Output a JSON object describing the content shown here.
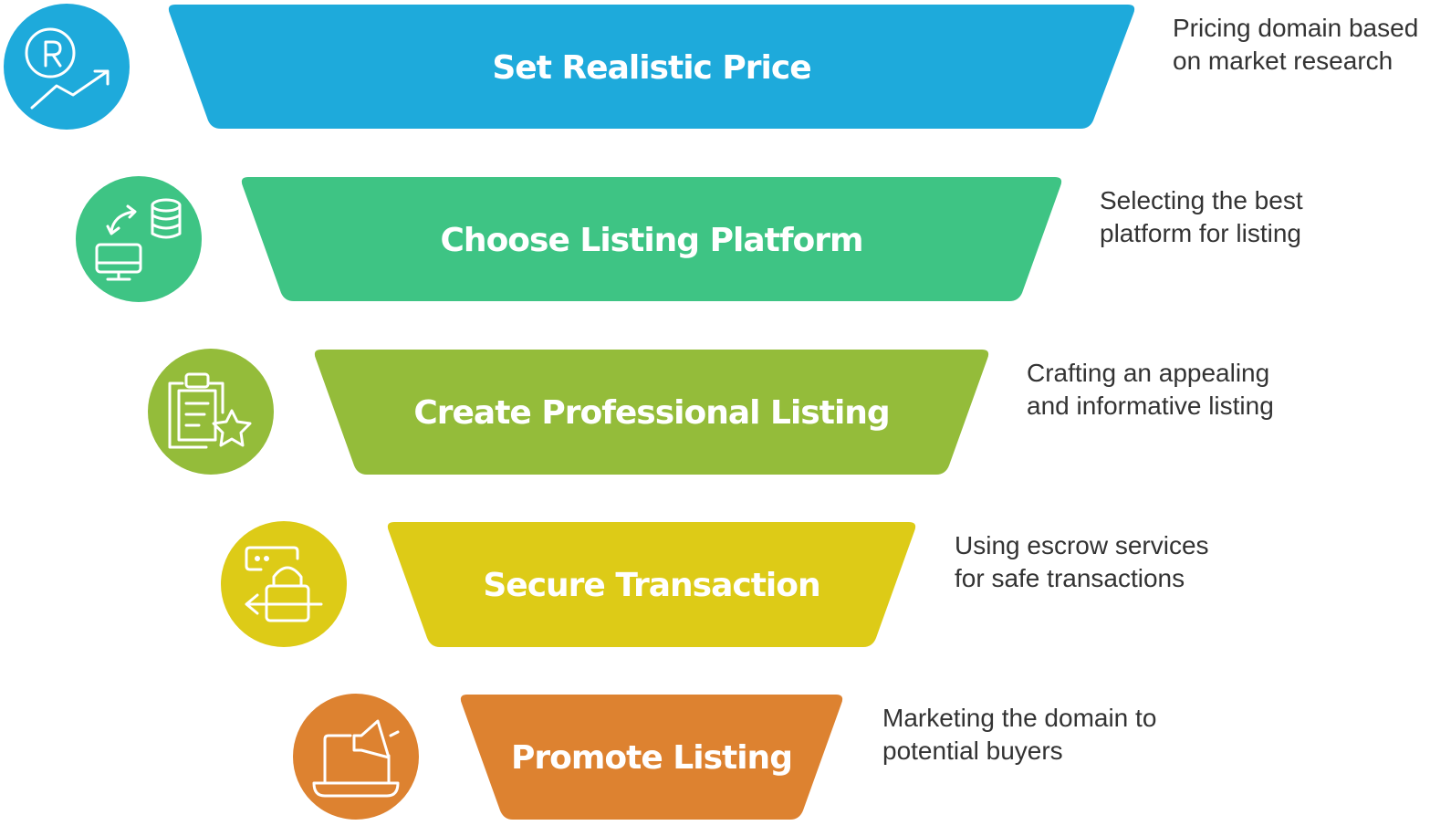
{
  "stages": [
    {
      "title": "Set Realistic Price",
      "description_line1": "Pricing domain based",
      "description_line2": "on market research",
      "color": "#1EAADB",
      "icon": "pricing-chart-icon"
    },
    {
      "title": "Choose Listing Platform",
      "description_line1": "Selecting the best",
      "description_line2": "platform for listing",
      "color": "#3EC484",
      "icon": "platform-database-icon"
    },
    {
      "title": "Create Professional Listing",
      "description_line1": "Crafting an appealing",
      "description_line2": "and informative listing",
      "color": "#94BC3A",
      "icon": "clipboard-star-icon"
    },
    {
      "title": "Secure Transaction",
      "description_line1": "Using escrow services",
      "description_line2": "for safe transactions",
      "color": "#DDCB17",
      "icon": "secure-lock-icon"
    },
    {
      "title": "Promote Listing",
      "description_line1": "Marketing the domain to",
      "description_line2": "potential buyers",
      "color": "#DD8230",
      "icon": "megaphone-laptop-icon"
    }
  ]
}
